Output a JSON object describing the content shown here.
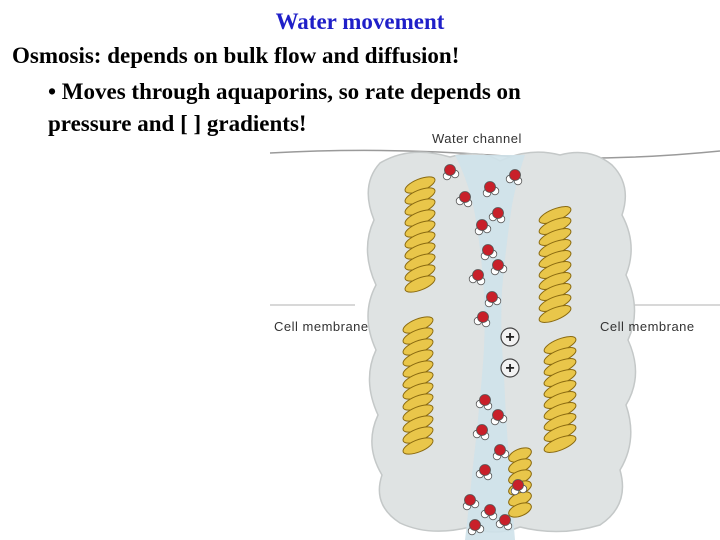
{
  "slide": {
    "title": "Water movement",
    "title_color": "#1f1fc8",
    "line1": "Osmosis: depends on bulk flow and diffusion!",
    "line2": "• Moves through aquaporins, so rate depends on",
    "line3": "pressure and [ ] gradients!"
  },
  "figure": {
    "label_top": "Water channel",
    "label_left": "Cell membrane",
    "label_right": "Cell membrane",
    "ion_symbol": "+",
    "colors": {
      "membrane": "#dfe3e3",
      "channel": "#cfe2ea",
      "helix": "#e9c64a",
      "oxygen": "#c8202a",
      "hydrogen": "#ffffff"
    }
  }
}
